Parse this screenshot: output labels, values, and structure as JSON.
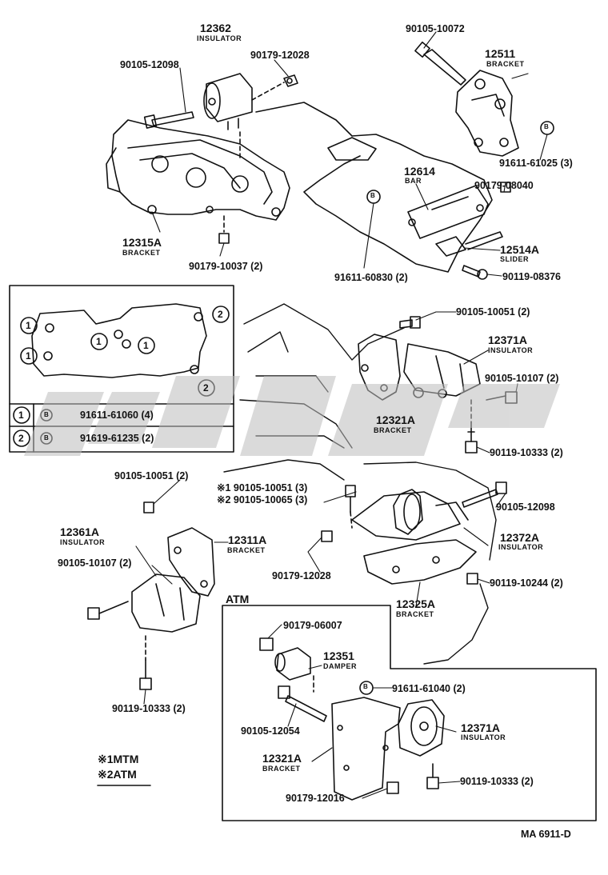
{
  "parts": {
    "p12362": {
      "num": "12362",
      "name": "INSULATOR"
    },
    "p90105_12098_a": {
      "num": "90105-12098"
    },
    "p90179_12028_a": {
      "num": "90179-12028"
    },
    "p12315A": {
      "num": "12315A",
      "name": "BRACKET"
    },
    "p90179_10037": {
      "num": "90179-10037 (2)"
    },
    "p90105_10072": {
      "num": "90105-10072"
    },
    "p12511": {
      "num": "12511",
      "name": "BRACKET"
    },
    "p91611_61025": {
      "num": "91611-61025 (3)"
    },
    "p12614": {
      "num": "12614",
      "name": "BAR"
    },
    "p90179_08040": {
      "num": "90179-08040"
    },
    "p12514A": {
      "num": "12514A",
      "name": "SLIDER"
    },
    "p91611_60830": {
      "num": "91611-60830 (2)"
    },
    "p90119_08376": {
      "num": "90119-08376"
    },
    "p90105_10051_a": {
      "num": "90105-10051 (2)"
    },
    "p12371A_a": {
      "num": "12371A",
      "name": "INSULATOR"
    },
    "p90105_10107_a": {
      "num": "90105-10107 (2)"
    },
    "p12321A_a": {
      "num": "12321A",
      "name": "BRACKET"
    },
    "p90119_10333_a": {
      "num": "90119-10333 (2)"
    },
    "p90105_10051_b": {
      "num": "90105-10051 (2)"
    },
    "p_note1": {
      "num": "※1 90105-10051 (3)"
    },
    "p_note2": {
      "num": "※2 90105-10065 (3)"
    },
    "p90105_12098_b": {
      "num": "90105-12098"
    },
    "p12361A": {
      "num": "12361A",
      "name": "INSULATOR"
    },
    "p12311A": {
      "num": "12311A",
      "name": "BRACKET"
    },
    "p12372A": {
      "num": "12372A",
      "name": "INSULATOR"
    },
    "p90105_10107_b": {
      "num": "90105-10107 (2)"
    },
    "p90179_12028_b": {
      "num": "90179-12028"
    },
    "p90119_10244": {
      "num": "90119-10244 (2)"
    },
    "p12325A": {
      "num": "12325A",
      "name": "BRACKET"
    },
    "p90119_10333_b": {
      "num": "90119-10333 (2)"
    },
    "p90179_06007": {
      "num": "90179-06007"
    },
    "p12351": {
      "num": "12351",
      "name": "DAMPER"
    },
    "p91611_61040": {
      "num": "91611-61040 (2)"
    },
    "p12371A_b": {
      "num": "12371A",
      "name": "INSULATOR"
    },
    "p90105_12054": {
      "num": "90105-12054"
    },
    "p12321A_b": {
      "num": "12321A",
      "name": "BRACKET"
    },
    "p90119_10333_c": {
      "num": "90119-10333 (2)"
    },
    "p90179_12016": {
      "num": "90179-12016"
    }
  },
  "atm_box_title": "ATM",
  "legend": {
    "rows": [
      {
        "marker": "1",
        "bolt_symbol": "B",
        "part": "91611-61060 (4)"
      },
      {
        "marker": "2",
        "bolt_symbol": "B",
        "part": "91619-61235 (2)"
      }
    ]
  },
  "notes": {
    "n1": "※1MTM",
    "n2": "※2ATM"
  },
  "diagram_id": "MA 6911-D",
  "watermark_text": "ujsc",
  "colors": {
    "ink": "#111111",
    "watermark": "#bdbdbd"
  }
}
